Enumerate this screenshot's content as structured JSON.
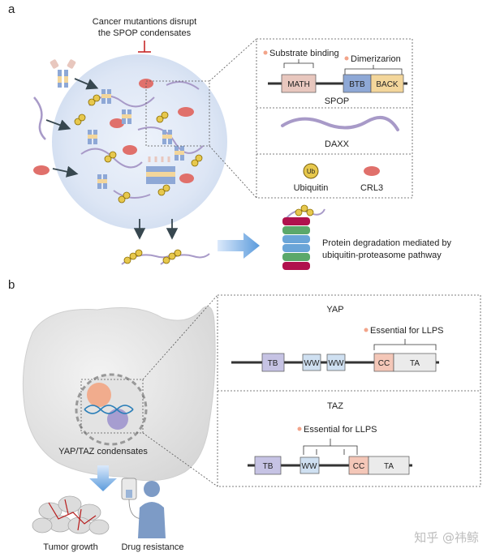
{
  "panel_a": {
    "letter": "a",
    "disrupt_label_line1": "Cancer mutantions disrupt",
    "disrupt_label_line2": "the SPOP condensates",
    "spop": {
      "substrate_binding": "Substrate binding",
      "dimerization": "Dimerizarion",
      "domains": [
        "MATH",
        "BTB",
        "BACK"
      ],
      "name": "SPOP"
    },
    "daxx": "DAXX",
    "ubiquitin_symbol": "Ub",
    "ubiquitin": "Ubiquitin",
    "crl3": "CRL3",
    "degradation_line1": "Protein degradation mediated by",
    "degradation_line2": "ubiquitin-proteasome pathway"
  },
  "panel_b": {
    "letter": "b",
    "condensates_label": "YAP/TAZ condensates",
    "tumor_growth": "Tumor growth",
    "drug_resistance": "Drug resistance",
    "yap": {
      "name": "YAP",
      "essential": "Essential for LLPS",
      "domains": [
        "TB",
        "WW",
        "WW",
        "CC",
        "TA"
      ]
    },
    "taz": {
      "name": "TAZ",
      "essential": "Essential for LLPS",
      "domains": [
        "TB",
        "WW",
        "CC",
        "TA"
      ]
    }
  },
  "watermark": "知乎 @祎鲸",
  "colors": {
    "math": "#e8c7be",
    "btb": "#8ea8d6",
    "back": "#f3d69b",
    "tb": "#c6c3e4",
    "ww": "#cfe0f1",
    "cc": "#f4c7b8",
    "ta": "#ebebeb",
    "daxx": "#a89ac8",
    "ubiquitin": "#e7c84d",
    "crl3": "#e0706b",
    "arrow": "#37474f",
    "inhibit": "#c62828",
    "highlight_dot": "#f2a48a"
  }
}
